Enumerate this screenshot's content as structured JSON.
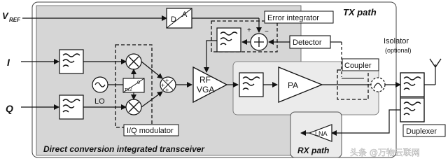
{
  "labels": {
    "vref": "V",
    "vref_sub": "REF",
    "i_input": "I",
    "q_input": "Q",
    "lo": "LO",
    "pi2": "π/2",
    "zero": "0",
    "iq_modulator": "I/Q modulator",
    "rf_vga_line1": "RF",
    "rf_vga_line2": "VGA",
    "pa": "PA",
    "dac_d": "D",
    "dac_a": "A",
    "error_integrator": "Error integrator",
    "detector": "Detector",
    "coupler": "Coupler",
    "isolator": "Isolator",
    "isolator_optional": "(optional)",
    "tx_path": "TX path",
    "rx_path": "RX path",
    "lna": "LNA",
    "duplexer": "Duplexer",
    "transceiver": "Direct conversion integrated transceiver",
    "plus": "+",
    "minus": "−"
  },
  "watermark": "头条 @万物云联网",
  "colors": {
    "transceiver_bg": "#d6d6d6",
    "inner_bg": "#e9e9e9",
    "line": "#111111",
    "watermark": "#ffffff"
  }
}
